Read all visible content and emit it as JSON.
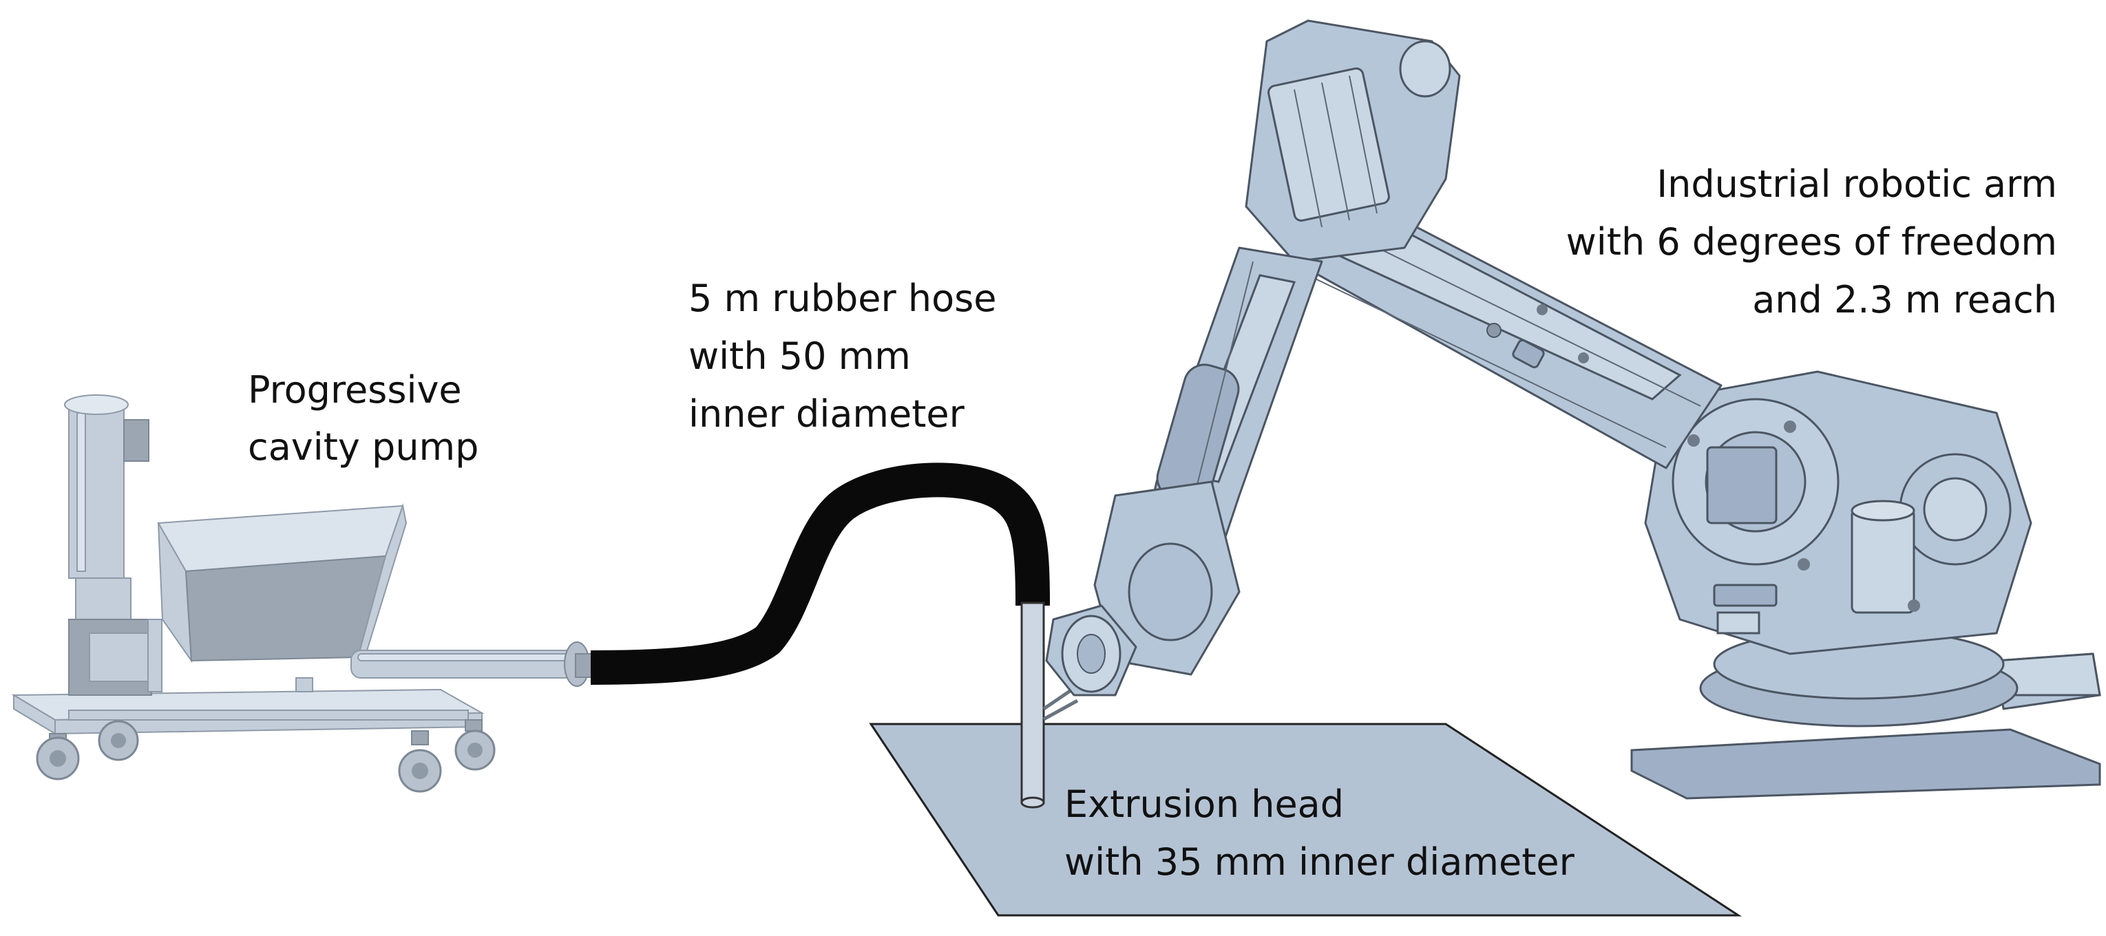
{
  "labels": {
    "pump_line1": "Progressive",
    "pump_line2": "cavity pump",
    "hose_line1": "5 m rubber hose",
    "hose_line2": "with 50 mm",
    "hose_line3": "inner diameter",
    "arm_line1": "Industrial robotic arm",
    "arm_line2": "with 6 degrees of freedom",
    "arm_line3": "and 2.3 m reach",
    "head_line1": "Extrusion head",
    "head_line2": "with 35 mm inner diameter"
  },
  "colors": {
    "machine_body": "#b6c6d9",
    "print_bed": "#b4c3d4",
    "hose": "#0a0a0a",
    "text": "#111111",
    "background": "#ffffff"
  }
}
